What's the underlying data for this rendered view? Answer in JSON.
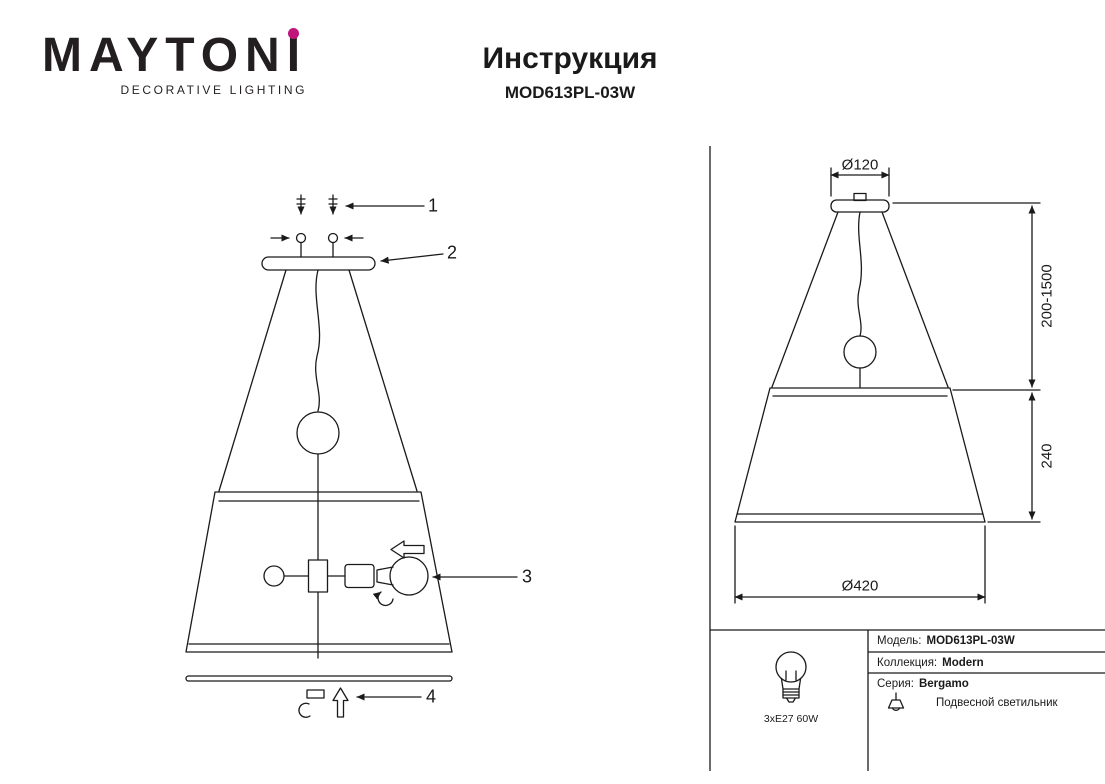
{
  "brand": {
    "logo": "MAYTONI",
    "tagline": "DECORATIVE LIGHTING",
    "accent_color": "#c0167c"
  },
  "header": {
    "title": "Инструкция",
    "model": "MOD613PL-03W"
  },
  "assembly_diagram": {
    "callouts": [
      {
        "number": "1"
      },
      {
        "number": "2"
      },
      {
        "number": "3"
      },
      {
        "number": "4"
      }
    ]
  },
  "dimension_diagram": {
    "canopy_diameter": "Ø120",
    "suspension_height": "200-1500",
    "shade_height": "240",
    "shade_diameter": "Ø420"
  },
  "specs": {
    "lamp": "3xE27 60W",
    "rows": [
      {
        "label": "Модель:",
        "value": "MOD613PL-03W"
      },
      {
        "label": "Коллекция:",
        "value": "Modern"
      },
      {
        "label": "Серия:",
        "value": "Bergamo"
      }
    ],
    "fixture_type": "Подвесной светильник"
  }
}
